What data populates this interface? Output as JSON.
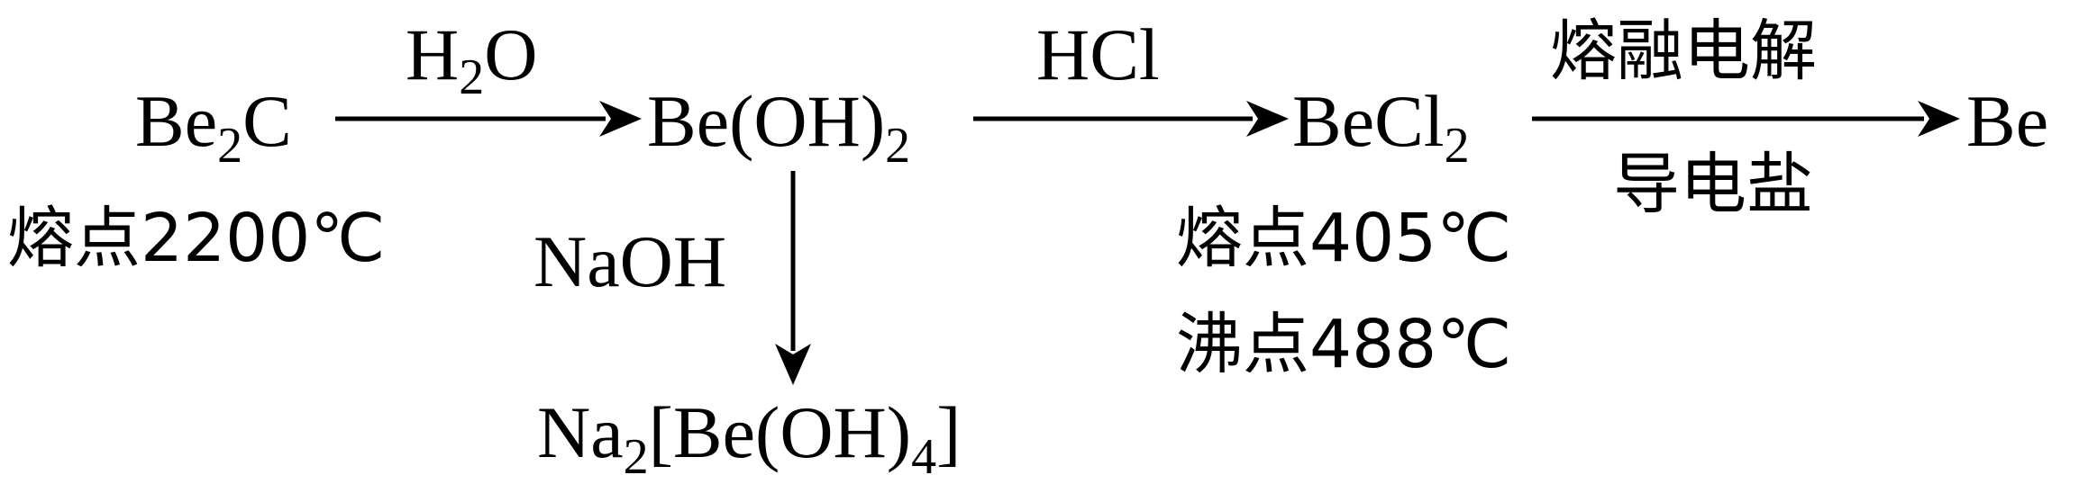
{
  "species": {
    "be2c": {
      "base": "Be",
      "sub": "2",
      "tail": "C"
    },
    "beoh2": {
      "base": "Be(OH)",
      "sub": "2"
    },
    "becl2": {
      "base": "BeCl",
      "sub": "2"
    },
    "be": {
      "text": "Be"
    },
    "na2beoh4": {
      "a": "Na",
      "sub1": "2",
      "b": "[Be(OH)",
      "sub2": "4",
      "c": "]"
    }
  },
  "reagents": {
    "h2o": {
      "a": "H",
      "sub": "2",
      "b": "O"
    },
    "hcl": {
      "text": "HCl"
    },
    "electrolysis_top": "熔融电解",
    "electrolysis_bottom": "导电盐",
    "naoh": "NaOH"
  },
  "properties": {
    "be2c_mp": "熔点2200℃",
    "becl2_mp": "熔点405℃",
    "becl2_bp": "沸点488℃"
  }
}
